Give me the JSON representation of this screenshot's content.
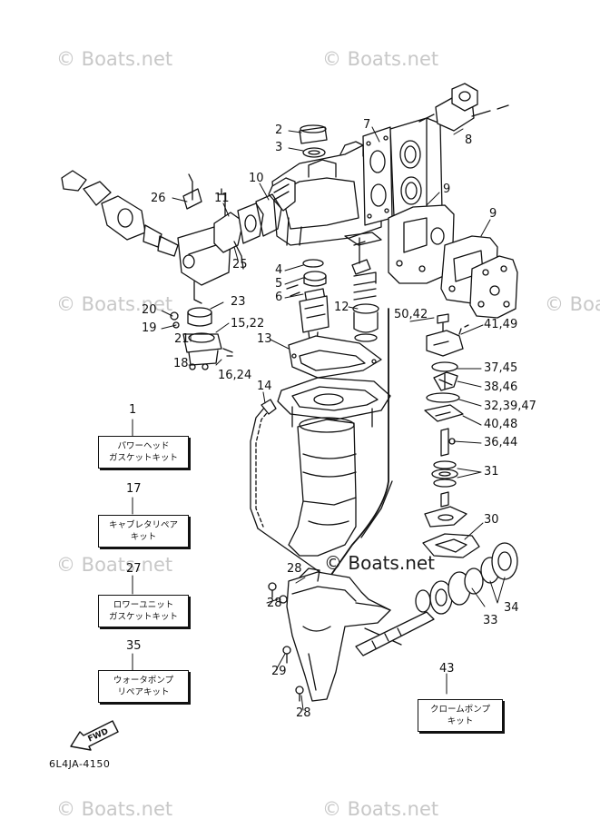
{
  "watermark": "© Boats.net",
  "diagram_code": "6L4JA-4150",
  "fwd_label": "FWD",
  "callouts": {
    "c2": "2",
    "c3": "3",
    "c7": "7",
    "c8": "8",
    "c9a": "9",
    "c9b": "9",
    "c10": "10",
    "c11": "11",
    "c26": "26",
    "c25": "25",
    "c23": "23",
    "c20": "20",
    "c19": "19",
    "c21": "21",
    "c15_22": "15,22",
    "c18": "18",
    "c16_24": "16,24",
    "c4": "4",
    "c5": "5",
    "c6": "6",
    "c12": "12",
    "c13": "13",
    "c14": "14",
    "c50_42": "50,42",
    "c41_49": "41,49",
    "c37_45": "37,45",
    "c38_46": "38,46",
    "c32_39_47": "32,39,47",
    "c40_48": "40,48",
    "c36_44": "36,44",
    "c31": "31",
    "c30": "30",
    "c28a": "28",
    "c28b": "28",
    "c28c": "28",
    "c29": "29",
    "c33": "33",
    "c34": "34"
  },
  "kits": [
    {
      "number": "1",
      "line1": "パワーヘッド",
      "line2": "ガスケットキット"
    },
    {
      "number": "17",
      "line1": "キャブレタリペア",
      "line2": "キット"
    },
    {
      "number": "27",
      "line1": "ロワーユニット",
      "line2": "ガスケットキット"
    },
    {
      "number": "35",
      "line1": "ウォータポンプ",
      "line2": "リペアキット"
    },
    {
      "number": "43",
      "line1": "クロームポンプ",
      "line2": "キット"
    }
  ]
}
